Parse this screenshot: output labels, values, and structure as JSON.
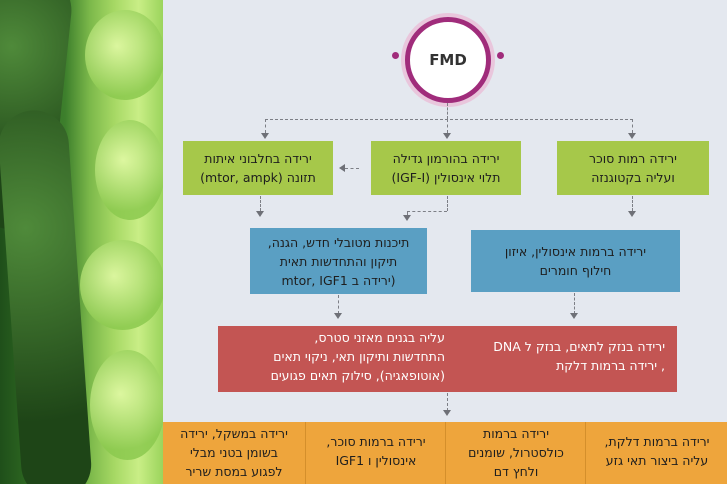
{
  "center": {
    "label": "FMD"
  },
  "row1": {
    "right": [
      "ירידה רמות סוכר",
      "ועליה בקטוגנזה"
    ],
    "middle": [
      "ירידה בהורמון גדילה",
      "תלוי אינסולין (IGF-I)"
    ],
    "left": [
      "ירידה בחלבוני איתות",
      "תזונה (mtor, ampk)"
    ]
  },
  "row2": {
    "right": [
      "ירידה ברמות אינסולין, איזון",
      "חילוף חומרים"
    ],
    "left": [
      "תיכנות מטובלי חדש, הגנה,",
      "תיקון והתחדשות תאית",
      "(ירידה ב mtor, IGF1"
    ]
  },
  "row3": {
    "right": [
      "ירידה בנזק לתאים, בנזק ל DNA",
      ", ירידה ברמות דלקת"
    ],
    "left": [
      "עליה בגנים מאזני סטרס,",
      "התחדשות ותיקון תאי, ניקוי תאים",
      "(אוטופאגיה), סילוק תאים פגועים"
    ]
  },
  "results": [
    [
      "ירידה ברמות דלקת,",
      "עליה ביצור תאי גזע"
    ],
    [
      "ירידה ברמות",
      "כולסטרול, שומנים",
      "ולחץ דם"
    ],
    [
      "ירידה ברמות סוכר,",
      "אינסולין ו IGF1"
    ],
    [
      "ירידה במשקל, ירידה",
      "בשומן בטני מבלי",
      "לפגוע במסת שריר"
    ]
  ]
}
